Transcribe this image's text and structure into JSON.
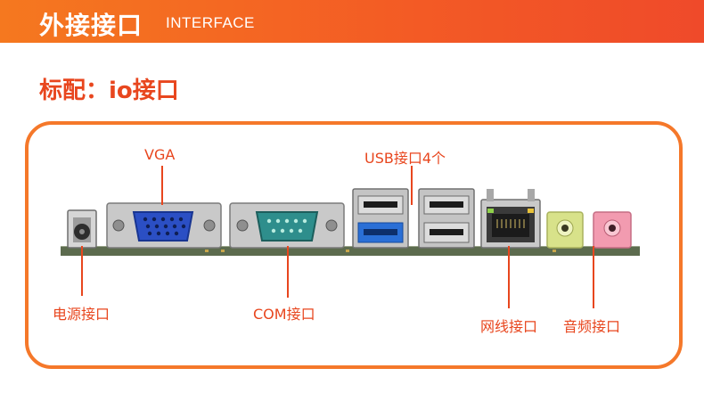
{
  "header": {
    "title_cn": "外接接口",
    "title_en": "INTERFACE"
  },
  "subtitle": "标配：io接口",
  "ports": {
    "power_label": "电源接口",
    "vga_label": "VGA",
    "com_label": "COM接口",
    "usb_label": "USB接口4个",
    "lan_label": "网线接口",
    "audio_label": "音频接口"
  },
  "colors": {
    "accent": "#f35a25",
    "label_text": "#e8461e",
    "frame": "#f5782a",
    "vga_port": "#2b4fc4",
    "com_port": "#2e8e8c",
    "usb3_port": "#2a6fd6",
    "audio_green": "#d8e28a",
    "audio_pink": "#f29bb0"
  }
}
